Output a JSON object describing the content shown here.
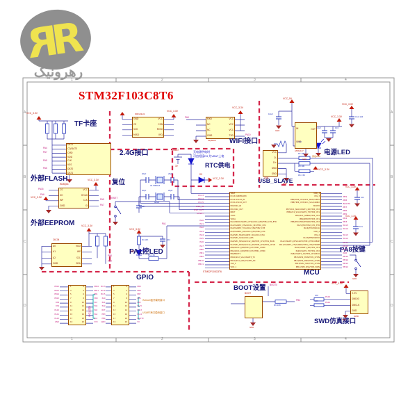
{
  "watermark": {
    "logo_text": "RR",
    "brand_text": "رهرونیک"
  },
  "title": "STM32F103C8T6",
  "frame": {
    "rows": [
      "A",
      "B",
      "C",
      "D"
    ],
    "cols": [
      "1",
      "2",
      "3",
      "4"
    ]
  },
  "nets": {
    "vcc33": "VCC_3.3V",
    "vcc5": "VCC_5V",
    "gnd": "GND",
    "vbat": "VBAT",
    "reset": "RESET",
    "boot0": "BOOT0",
    "pb2": "PB2",
    "pa1": "PA1",
    "pa9": "PA9",
    "pa10": "PA10",
    "pa13": "PA13",
    "pa14": "PA14",
    "pb6": "PB6",
    "pb7": "PB7",
    "pa15": "PA15",
    "pa6": "PA6",
    "pa4": "PA4",
    "pa7": "PA7",
    "pa5": "PA5",
    "bat3v": "3V",
    "d3": "D3",
    "d2": "D2"
  },
  "values": {
    "r10k": "10K",
    "r1_5k": "1.5K",
    "c104": "104",
    "c10uf": "10uF",
    "c20pf": "20pF",
    "x8m": "8MHz",
    "x32k": "32.768KHZ",
    "r7": "R7 10K",
    "r8": "R8 10K",
    "r6": "R6 1.5K",
    "r9": "R9 10K",
    "r5": "R5 1.5K",
    "r4": "R4 10K",
    "c14": "C14 104"
  },
  "sections": {
    "tf": {
      "label": "TF卡座",
      "pins": [
        "DAT2",
        "CD/DAT3",
        "CMD",
        "VDD",
        "CLK",
        "VSS",
        "DAT0",
        "DAT1"
      ]
    },
    "flash": {
      "label": "外部FLASH",
      "chip": "W25Q64",
      "pins_l": [
        "CS",
        "SO",
        "WP",
        "GND"
      ],
      "pins_r": [
        "VCC",
        "HOLD",
        "CLK",
        "SI"
      ]
    },
    "eeprom": {
      "label": "外部EEPROM",
      "chip": "24C04",
      "pins_l": [
        "A0",
        "A1",
        "A2",
        "GND"
      ],
      "pins_r": [
        "VDD",
        "WP",
        "SCL",
        "SDA"
      ]
    },
    "rf24": {
      "label": "2.4G接口",
      "chip": "NRF24L01",
      "pins_l": [
        "GND",
        "CE",
        "SCK",
        "MISO"
      ],
      "pins_r": [
        "VCC",
        "CSN",
        "MOSI",
        "IRQ"
      ]
    },
    "wifi": {
      "label": "WIFI接口",
      "chip": "esp8266",
      "pins_l": [
        "RXD",
        "NC",
        "NC",
        "GND"
      ],
      "pins_r": [
        "VCC",
        "VCC",
        "VCC",
        "TXD"
      ]
    },
    "rtc": {
      "label": "RTC供电",
      "note1": "无电源供电时",
      "note2": "可由短接D3 为VBAT上电"
    },
    "reset": {
      "label": "复位"
    },
    "pa1led": {
      "label": "PA1控LED"
    },
    "gpio": {
      "label": "GPIO",
      "side_note": "IO引出排针",
      "note1": "W-bluet蓝牙模块接口",
      "note2": "USART串口模块接口",
      "h1": {
        "nums_l": [
          "1",
          "3",
          "5",
          "7",
          "9",
          "11",
          "13",
          "15",
          "17",
          "19"
        ],
        "nums_r": [
          "2",
          "4",
          "6",
          "8",
          "10",
          "12",
          "14",
          "16",
          "18",
          "20"
        ],
        "nets_l": [
          "PB12",
          "PB13",
          "PB14",
          "PB15",
          "PA8",
          "PA9",
          "PA10",
          "PA11",
          "PA12",
          "GND"
        ],
        "nets_r": [
          "PB10",
          "PB11",
          "PB1",
          "PB0",
          "PA7",
          "PA6",
          "PA5",
          "PA4",
          "PA3",
          "3V3"
        ]
      },
      "h2": {
        "nums_l": [
          "1",
          "3",
          "5",
          "7",
          "9",
          "11",
          "13",
          "15",
          "17",
          "19"
        ],
        "nums_r": [
          "2",
          "4",
          "6",
          "8",
          "10",
          "12",
          "14",
          "16",
          "18",
          "20"
        ],
        "nets_l": [
          "PC13",
          "PC14",
          "PC15",
          "PA0",
          "PA1",
          "PA2",
          "RST",
          "PB3",
          "PB4",
          "GND"
        ],
        "nets_r": [
          "PB9",
          "PB8",
          "PB7",
          "PB6",
          "PB5",
          "PA15",
          "PA13",
          "PA14",
          "BOOT0",
          "5V"
        ]
      }
    },
    "power": {
      "label": "电源LED",
      "chip": "AMS1117",
      "led_note": "黄色LED",
      "pins_l": [
        "IN",
        "GND"
      ],
      "pins_r": [
        "OUT",
        ""
      ]
    },
    "usb": {
      "label": "USB_SLAVE",
      "chip": "USB",
      "pins": [
        "VCC",
        "D-",
        "D+",
        "GND",
        "GND"
      ]
    },
    "mcu": {
      "label": "MCU",
      "chip": "STM32F103C8T6",
      "left_pins": [
        "VBAT",
        "PC13-TAMPER-RTC",
        "PC14-OSC32_IN",
        "PC15-OSC32_OUT",
        "PD0/OSC_IN",
        "PD1/OSC_OUT",
        "NRST",
        "VSSA",
        "VDDA",
        "PA0-WKUP/USART2_CTS/ADC12_IN0/TIM2_CH1_ETR",
        "PA1/USART2_RTS/ADC12_IN1/TIM2_CH2",
        "PA2/USART2_TX/ADC12_IN2/TIM2_CH3",
        "PA3/USART2_RX/ADC12_IN3/TIM2_CH4",
        "PA4/SPI1_NSS/USART2_CK/ADC12_IN4",
        "PA5/SPI1_SCK/ADC12_IN5",
        "PA6/SPI1_MISO/ADC12_IN6/TIM3_CH1/TIM1_BKIN",
        "PA7/SPI1_MOSI/ADC12_IN7/TIM3_CH2/TIM1_CH1N",
        "PB0/ADC12_IN8/TIM3_CH3/TIM1_CH2N",
        "PB1/ADC12_IN9/TIM3_CH4/TIM1_CH3N",
        "PB2/BOOT1",
        "PB10/I2C2_SCL/USART3_TX",
        "PB11/I2C2_SDA/USART3_RX",
        "VSS_1",
        "VDD_1"
      ],
      "right_pins": [
        "VDD_3",
        "VSS_3",
        "PB9/TIM4_CH4/I2C1_SDA/CANTX",
        "PB8/TIM4_CH3/I2C1_SCL/CANRX",
        "BOOT0",
        "PB7/I2C1_SDA/USART1_RX/TIM4_CH2",
        "PB6/I2C1_SCL/USART1_TX/TIM4_CH1",
        "PB5/I2C1_SMBAI/TIM3_CH2",
        "PB4/JNTRST/TIM3_CH1",
        "PB3/JTDO/TRACESWO/TIM2_CH2",
        "PA15/JTDI/TIM2_CH1_ETR",
        "PA14/JTCK/SWCLK",
        "VDD_2",
        "VSS_2",
        "PA13/JTMS/SWDIO",
        "PA12/USART1_RTS/CANTX/TIM1_ETR/USBDP",
        "PA11/USART1_CTS/CANRX/TIM1_CH4/USBDM",
        "PA10/USART1_RX/TIM1_CH3",
        "PA9/USART1_TX/TIM1_CH2",
        "PA8/USART1_CK/TIM1_CH1/MCO",
        "PB15/SPI2_MOSI/TIM1_CH3N",
        "PB14/SPI2_MISO/TIM1_CH2N",
        "PB13/SPI2_SCK/TIM1_CH1N",
        "PB12/SPI2_NSS/TIM1_BKIN"
      ],
      "left_nets": [
        "",
        "PC13",
        "PC14",
        "PC15",
        "OSC_IN",
        "OSC_OUT",
        "RESET",
        "",
        "",
        "PA0",
        "PA1",
        "PA2",
        "PA3",
        "PA4",
        "PA5",
        "PA6",
        "PA7",
        "PB0",
        "PB1",
        "PB2",
        "PB10",
        "PB11",
        "",
        ""
      ],
      "right_nets": [
        "",
        "",
        "PB9",
        "PB8",
        "BOOT0",
        "PB7",
        "PB6",
        "PB5",
        "PB4",
        "PB3",
        "PA15",
        "PA14",
        "",
        "",
        "PA13",
        "PA12",
        "PA11",
        "PA10",
        "PA9",
        "PA8",
        "PB15",
        "PB14",
        "PB13",
        "PB12"
      ]
    },
    "pa8key": {
      "label": "PA8按键"
    },
    "boot": {
      "label": "BOOT设置",
      "chip": "BOOT"
    },
    "swd": {
      "label": "SWD仿真接口",
      "chip": "SWD",
      "pins": [
        "3.3V",
        "SWDIO",
        "SWCLK",
        "GND"
      ]
    }
  }
}
